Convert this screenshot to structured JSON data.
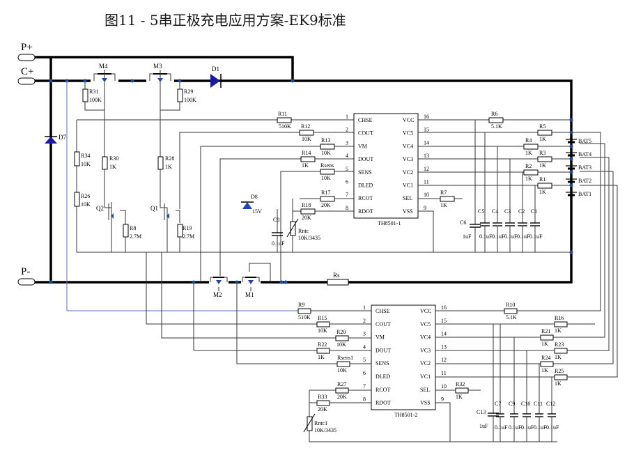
{
  "title": "图11  -  5串正极充电应用方案-EK9标准",
  "terminals": {
    "p_plus": "P+",
    "c_plus": "C+",
    "p_minus": "P-"
  },
  "ic1": {
    "name": "TH8501-1",
    "left_pins": [
      {
        "num": "1",
        "name": "CHSE"
      },
      {
        "num": "2",
        "name": "COUT"
      },
      {
        "num": "3",
        "name": "VM"
      },
      {
        "num": "4",
        "name": "DOUT"
      },
      {
        "num": "5",
        "name": "SENS"
      },
      {
        "num": "6",
        "name": "DLED"
      },
      {
        "num": "7",
        "name": "RCOT"
      },
      {
        "num": "8",
        "name": "RDOT"
      }
    ],
    "right_pins": [
      {
        "num": "16",
        "name": "VCC"
      },
      {
        "num": "15",
        "name": "VC5"
      },
      {
        "num": "14",
        "name": "VC4"
      },
      {
        "num": "13",
        "name": "VC3"
      },
      {
        "num": "12",
        "name": "VC2"
      },
      {
        "num": "11",
        "name": "VC1"
      },
      {
        "num": "10",
        "name": "SEL"
      },
      {
        "num": "9",
        "name": "VSS"
      }
    ]
  },
  "ic2": {
    "name": "TH8501-2",
    "left_pins": [
      {
        "num": "1",
        "name": "CHSE"
      },
      {
        "num": "2",
        "name": "COUT"
      },
      {
        "num": "3",
        "name": "VM"
      },
      {
        "num": "4",
        "name": "DOUT"
      },
      {
        "num": "5",
        "name": "SENS"
      },
      {
        "num": "6",
        "name": "DLED"
      },
      {
        "num": "7",
        "name": "RCOT"
      },
      {
        "num": "8",
        "name": "RDOT"
      }
    ],
    "right_pins": [
      {
        "num": "16",
        "name": "VCC"
      },
      {
        "num": "15",
        "name": "VC5"
      },
      {
        "num": "14",
        "name": "VC4"
      },
      {
        "num": "13",
        "name": "VC3"
      },
      {
        "num": "12",
        "name": "VC2"
      },
      {
        "num": "11",
        "name": "VC1"
      },
      {
        "num": "10",
        "name": "SEL"
      },
      {
        "num": "9",
        "name": "VSS"
      }
    ]
  },
  "mosfets": {
    "m4": "M4",
    "m3": "M3",
    "m2": "M2",
    "m1": "M1",
    "q2": "Q2",
    "q1": "Q1"
  },
  "diodes": {
    "d1": "D1",
    "d7": "D7",
    "d8": "D8",
    "d8_value": "15V"
  },
  "resistors_top": {
    "r31": "R31",
    "r31_v": "100K",
    "r29": "R29",
    "r29_v": "100K",
    "r34": "R34",
    "r34_v": "10K",
    "r30": "R30",
    "r30_v": "1K",
    "r28": "R28",
    "r28_v": "1K",
    "r26": "R26",
    "r26_v": "10K",
    "r8": "R8",
    "r8_v": "2.7M",
    "r19": "R19",
    "r19_v": "2.7M",
    "r11": "R11",
    "r11_v": "510K",
    "r12": "R12",
    "r12_v": "10K",
    "r13": "R13",
    "r13_v": "10K",
    "r14": "R14",
    "r14_v": "1K",
    "rsens": "Rsens",
    "rsens_v": "10K",
    "r17": "R17",
    "r17_v": "20K",
    "r18": "R18",
    "r18_v": "20K",
    "rntc": "Rntc",
    "rntc_v": "10K/3435",
    "r6": "R6",
    "r6_v": "5.1K",
    "r7": "R7",
    "r7_v": "1K",
    "r5": "R5",
    "r5_v": "1K",
    "r4": "R4",
    "r4_v": "1K",
    "r3": "R3",
    "r3_v": "1K",
    "r2": "R2",
    "r2_v": "1K",
    "r1": "R1",
    "r1_v": "1K",
    "rs": "Rs"
  },
  "resistors_bottom": {
    "r9": "R9",
    "r9_v": "510K",
    "r15": "R15",
    "r15_v": "10K",
    "r20": "R20",
    "r20_v": "10K",
    "r22": "R22",
    "r22_v": "1K",
    "rsens1": "Rsens1",
    "rsens1_v": "10K",
    "r27": "R27",
    "r27_v": "20K",
    "r33": "R33",
    "r33_v": "20K",
    "rntc1": "Rntc1",
    "rntc1_v": "10K/3435",
    "r10": "R10",
    "r10_v": "5.1K",
    "r32": "R32",
    "r32_v": "1K",
    "r16": "R16",
    "r16_v": "1K",
    "r21": "R21",
    "r21_v": "1K",
    "r23": "R23",
    "r23_v": "1K",
    "r24": "R24",
    "r24_v": "1K",
    "r25": "R25",
    "r25_v": "1K"
  },
  "caps_top": {
    "c8": "C8",
    "c8_v": "0.1uF",
    "c6": "C6",
    "c6_v": "1uF",
    "c5": "C5",
    "c4": "C4",
    "c3": "C3",
    "c2": "C2",
    "c1": "C1",
    "c_v": "0.1uF"
  },
  "caps_bottom": {
    "c13": "C13",
    "c13_v": "1uF",
    "c7": "C7",
    "c9": "C9",
    "c10": "C10",
    "c11": "C11",
    "c12": "C12",
    "c_v": "0.1uF"
  },
  "batteries": [
    "BAT5",
    "BAT4",
    "BAT3",
    "BAT2",
    "BAT1"
  ]
}
